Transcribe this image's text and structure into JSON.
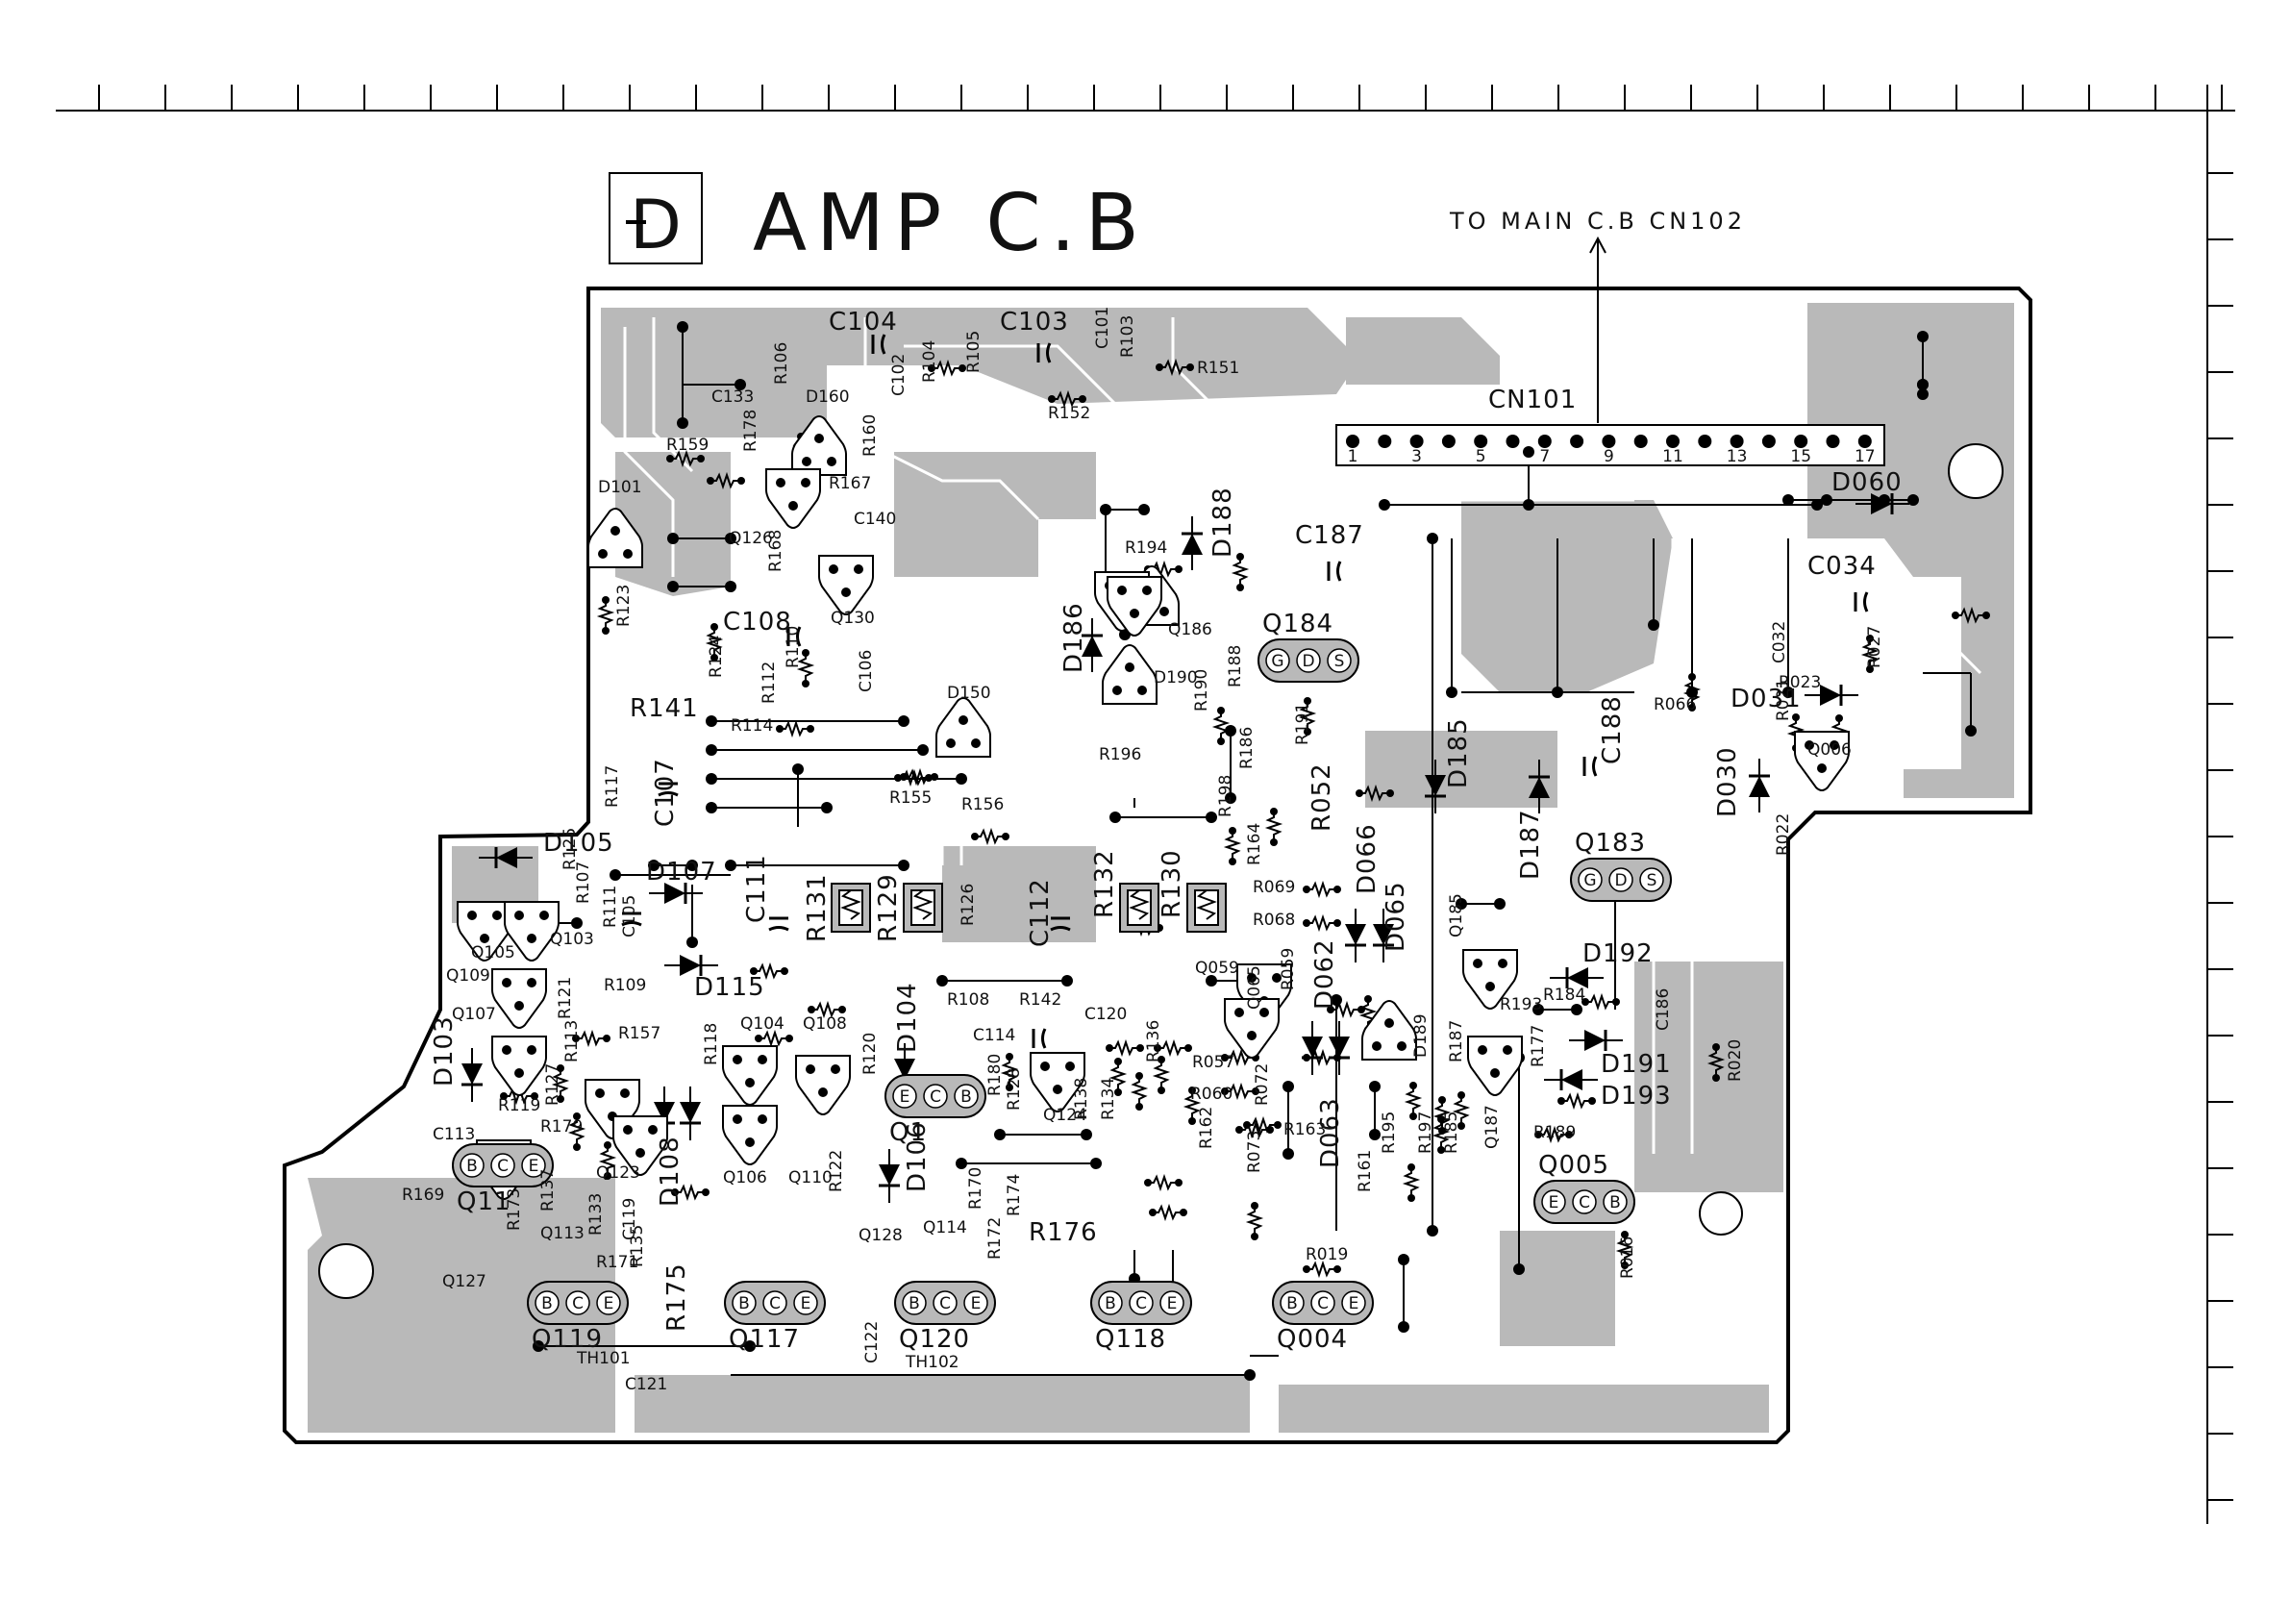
{
  "section_letter": "D",
  "title": "AMP C.B",
  "connector_note": "TO MAIN C.B CN102",
  "connector": {
    "name": "CN101",
    "pin_labels": [
      "1",
      "3",
      "5",
      "7",
      "9",
      "11",
      "13",
      "15",
      "17"
    ]
  },
  "transistor_packages": [
    {
      "name": "Q184",
      "pins": [
        "G",
        "D",
        "S"
      ]
    },
    {
      "name": "Q183",
      "pins": [
        "G",
        "D",
        "S"
      ]
    },
    {
      "name": "Q005",
      "pins": [
        "E",
        "C",
        "B"
      ]
    },
    {
      "name": "Q119",
      "pins": [
        "B",
        "C",
        "E"
      ]
    },
    {
      "name": "Q117",
      "pins": [
        "B",
        "C",
        "E"
      ]
    },
    {
      "name": "Q120",
      "pins": [
        "B",
        "C",
        "E"
      ]
    },
    {
      "name": "Q118",
      "pins": [
        "B",
        "C",
        "E"
      ]
    },
    {
      "name": "Q004",
      "pins": [
        "B",
        "C",
        "E"
      ]
    },
    {
      "name": "Q11",
      "pins": [
        "B",
        "C",
        "E"
      ]
    },
    {
      "name": "Q1",
      "pins": [
        "E",
        "C",
        "B"
      ]
    }
  ],
  "component_labels": [
    "C104",
    "C103",
    "C101",
    "R103",
    "R104",
    "R105",
    "C102",
    "R106",
    "R151",
    "C133",
    "D160",
    "R152",
    "R159",
    "R178",
    "R160",
    "R167",
    "C140",
    "D101",
    "Q126",
    "R168",
    "Q130",
    "R123",
    "C108",
    "R124",
    "R112",
    "R110",
    "C106",
    "R141",
    "R114",
    "D150",
    "R155",
    "R156",
    "C107",
    "R117",
    "D105",
    "R125",
    "R107",
    "D107",
    "C111",
    "R131",
    "R129",
    "R126",
    "C112",
    "R132",
    "R130",
    "Q105",
    "Q103",
    "R111",
    "C105",
    "Q109",
    "R109",
    "D115",
    "Q107",
    "R113",
    "R121",
    "R157",
    "R118",
    "Q104",
    "Q108",
    "R120",
    "D104",
    "R108",
    "R142",
    "C120",
    "C114",
    "Q124",
    "D103",
    "R119",
    "R127",
    "R179",
    "C113",
    "Q123",
    "D108",
    "Q106",
    "Q110",
    "R122",
    "R180",
    "R128",
    "R138",
    "R134",
    "R136",
    "D106",
    "R170",
    "R174",
    "R169",
    "R173",
    "R137",
    "R133",
    "C119",
    "R171",
    "R135",
    "R175",
    "Q113",
    "Q127",
    "Q128",
    "Q114",
    "R176",
    "R172",
    "TH101",
    "C121",
    "C122",
    "TH102",
    "D186",
    "R194",
    "Q186",
    "D188",
    "D190",
    "R188",
    "R190",
    "R196",
    "C187",
    "R186",
    "R191",
    "R198",
    "R052",
    "R164",
    "R069",
    "D066",
    "R068",
    "D065",
    "Q059",
    "Q065",
    "R059",
    "D062",
    "R057",
    "R072",
    "R060",
    "R162",
    "R073",
    "R163",
    "D063",
    "R161",
    "R195",
    "R197",
    "R185",
    "R187",
    "D189",
    "Q185",
    "R193",
    "Q187",
    "R177",
    "R189",
    "D185",
    "D187",
    "C188",
    "D192",
    "R184",
    "C186",
    "D191",
    "D193",
    "R019",
    "R016",
    "R020",
    "D060",
    "C034",
    "C032",
    "R023",
    "R027",
    "R066",
    "D031",
    "R021",
    "D030",
    "Q006",
    "R022"
  ]
}
